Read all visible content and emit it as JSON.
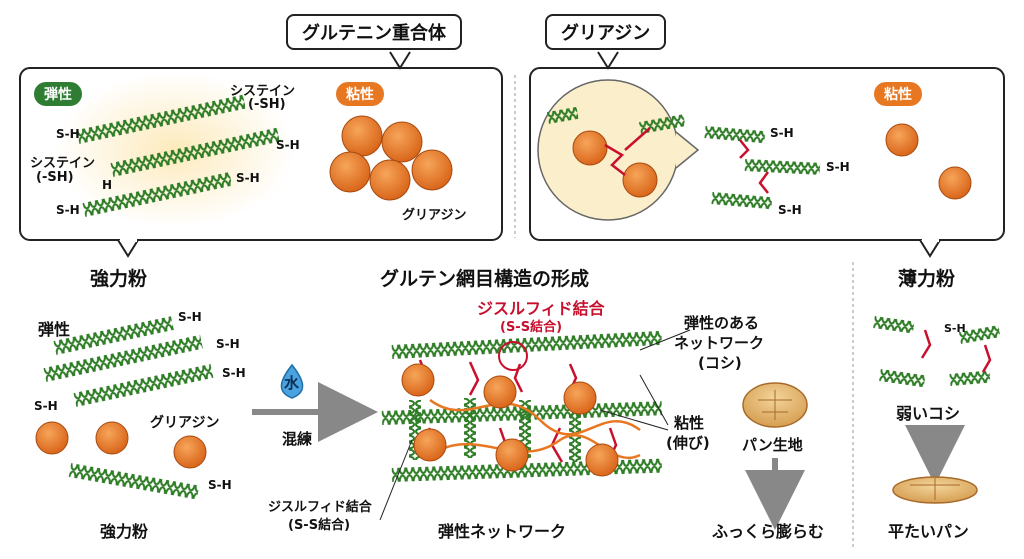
{
  "top": {
    "glutenin_polymer_tag": "グルテニン重合体",
    "gliadin_tag": "グリアジン",
    "left_panel": {
      "elasticity_badge": "弾性",
      "viscosity_badge": "粘性",
      "cysteine_label_1": "システイン",
      "cysteine_sh_1": "(-SH)",
      "cysteine_label_2": "システイン",
      "cysteine_sh_2": "(-SH)",
      "sh": "S-H",
      "h": "H",
      "gliadin_label": "グリアジン"
    },
    "right_panel": {
      "viscosity_badge": "粘性",
      "sh": "S-H"
    }
  },
  "strong_flour_heading": "強力粉",
  "weak_flour_heading": "薄力粉",
  "gluten_title": "グルテン網目構造の形成",
  "left": {
    "elasticity": "弾性",
    "gliadin": "グリアジン",
    "sh": "S-H",
    "bottom": "強力粉"
  },
  "arrow": {
    "water": "水",
    "kneading": "混練"
  },
  "network": {
    "disulfide_top": "ジスルフィド結合",
    "disulfide_top_sub": "(S-S結合)",
    "elastic_network": "弾性のある",
    "elastic_network_2": "ネットワーク",
    "koshi": "(コシ)",
    "viscosity": "粘性",
    "stretch": "(伸び)",
    "disulfide_bottom": "ジスルフィド結合",
    "disulfide_bottom_sub": "(S-S結合)",
    "bottom": "弾性ネットワーク"
  },
  "bread": {
    "dough": "パン生地",
    "fluffy": "ふっくら膨らむ"
  },
  "weak": {
    "sh": "S-H",
    "weak_koshi": "弱いコシ",
    "flat_bread": "平たいパン"
  },
  "colors": {
    "green": "#3a8a2e",
    "orange": "#e87722",
    "red": "#c8102e",
    "badge_green": "#2e7d32"
  }
}
